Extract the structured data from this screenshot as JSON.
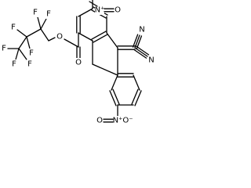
{
  "molecule": {
    "fluorine_symbol": "F",
    "oxygen_symbol": "O",
    "nitrogen_symbol": "N",
    "nitro_nitrogen_label": "N⁺",
    "nitro_oxygen_label": "O⁻",
    "colors": {
      "bonds": "#000000",
      "labels": "#000000",
      "background": "#ffffff"
    }
  }
}
